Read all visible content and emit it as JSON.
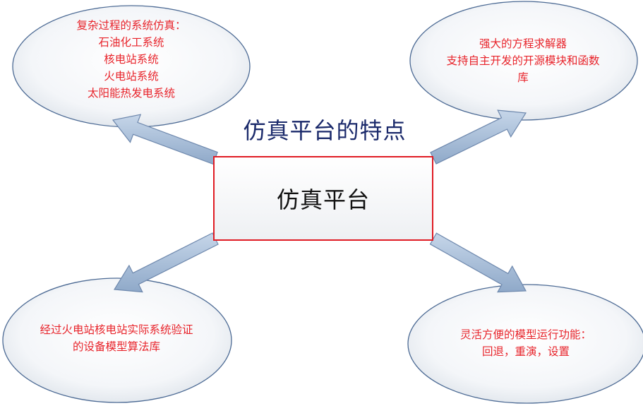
{
  "title": "仿真平台的特点",
  "center": "仿真平台",
  "bubbles": {
    "top_left": [
      "复杂过程的系统仿真：",
      "石油化工系统",
      "核电站系统",
      "火电站系统",
      "太阳能热发电系统"
    ],
    "top_right": [
      "强大的方程求解器",
      "支持自主开发的开源模块和函数",
      "库"
    ],
    "bottom_left": [
      "经过火电站核电站实际系统验证",
      "的设备模型算法库"
    ],
    "bottom_right": [
      "灵活方便的模型运行功能：",
      "回退，重演，设置"
    ]
  },
  "colors": {
    "bubble_text": "#e8242b",
    "title": "#1b2a6b",
    "center_border": "#e01c24",
    "arrow_fill": "#a8bfd9",
    "arrow_stroke": "#6e88ad",
    "ellipse_stroke": "#4c6a94"
  }
}
